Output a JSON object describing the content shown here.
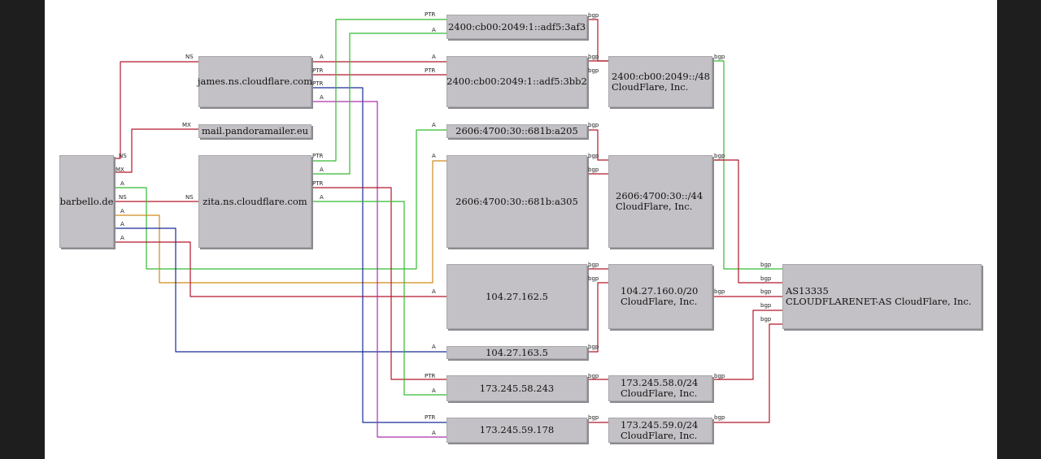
{
  "nodes": {
    "barbello": "barbello.de",
    "james": "james.ns.cloudflare.com",
    "mail": "mail.pandoramailer.eu",
    "zita": "zita.ns.cloudflare.com",
    "ip6_3af3": "2400:cb00:2049:1::adf5:3af3",
    "ip6_3bb2": "2400:cb00:2049:1::adf5:3bb2",
    "ip6_a205": "2606:4700:30::681b:a205",
    "ip6_a305": "2606:4700:30::681b:a305",
    "ip4_162": "104.27.162.5",
    "ip4_163": "104.27.163.5",
    "ip4_58": "173.245.58.243",
    "ip4_59": "173.245.59.178",
    "net_2400": [
      "2400:cb00:2049::/48",
      "CloudFlare, Inc."
    ],
    "net_2606": [
      "2606:4700:30::/44",
      "CloudFlare, Inc."
    ],
    "net_104": [
      "104.27.160.0/20",
      "CloudFlare, Inc."
    ],
    "net_58": [
      "173.245.58.0/24",
      "CloudFlare, Inc."
    ],
    "net_59": [
      "173.245.59.0/24",
      "CloudFlare, Inc."
    ],
    "as": [
      "AS13335",
      "CLOUDFLARENET-AS CloudFlare, Inc."
    ]
  },
  "labels": {
    "ns": "NS",
    "mx": "MX",
    "a": "A",
    "ptr": "PTR",
    "bgp": "bgp"
  },
  "colors": {
    "red": "#b2182b",
    "green": "#33bb33",
    "orange": "#d08a1a",
    "blue": "#1a2a9a",
    "purple": "#aa33aa",
    "node": "#c3c1c5"
  }
}
